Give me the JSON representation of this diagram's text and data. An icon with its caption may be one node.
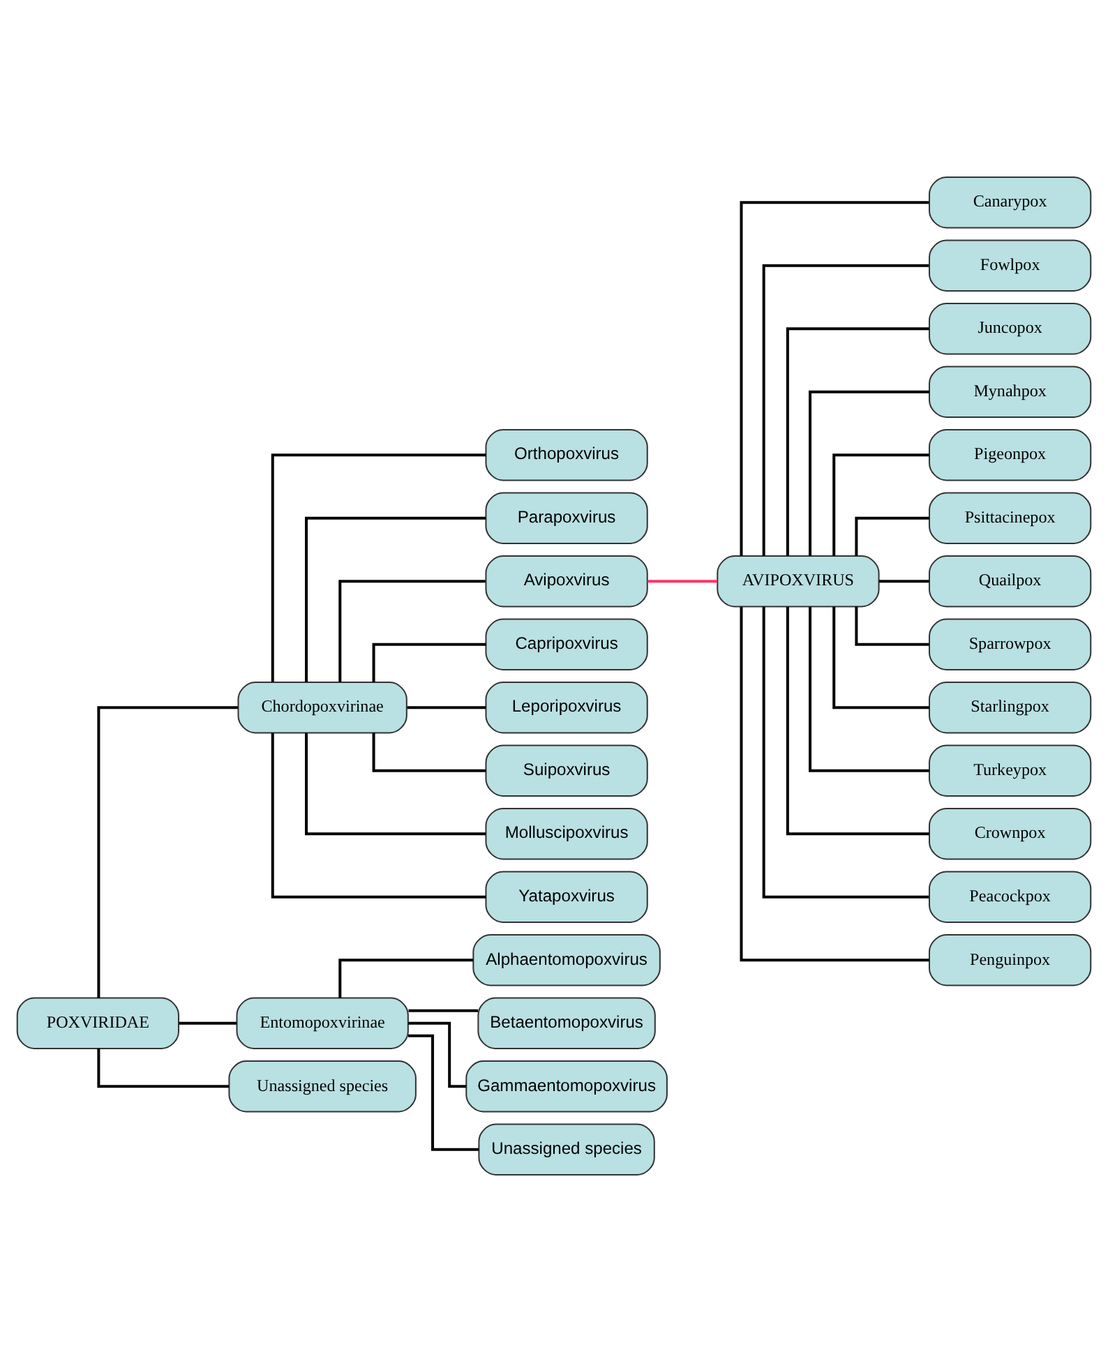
{
  "diagram": {
    "nodes": [
      {
        "text": [
          "POXVIRIDAE"
        ]
      },
      {
        "text": [
          "Chordopoxvirinae"
        ]
      },
      {
        "text": [
          "Entomopoxvirinae"
        ]
      },
      {
        "text": [
          "Unassigned species"
        ]
      },
      {
        "text": [
          "Orthopoxvirus"
        ]
      },
      {
        "text": [
          "Parapoxvirus"
        ]
      },
      {
        "text": [
          "Avipoxvirus"
        ]
      },
      {
        "text": [
          "Capripoxvirus"
        ]
      },
      {
        "text": [
          "Leporipoxvirus"
        ]
      },
      {
        "text": [
          "Suipoxvirus"
        ]
      },
      {
        "text": [
          "Molluscipoxvirus"
        ]
      },
      {
        "text": [
          "Yatapoxvirus"
        ]
      },
      {
        "text": [
          "Alphaentomopoxvirus"
        ]
      },
      {
        "text": [
          "Betaentomopoxvirus"
        ]
      },
      {
        "text": [
          "Gammaentomopoxvirus"
        ]
      },
      {
        "text": [
          "Unassigned species"
        ]
      },
      {
        "text": [
          "AVIPOXVIRUS"
        ]
      },
      {
        "text": [
          "Canarypox"
        ]
      },
      {
        "text": [
          "Fowlpox"
        ]
      },
      {
        "text": [
          "Juncopox"
        ]
      },
      {
        "text": [
          "Mynahpox"
        ]
      },
      {
        "text": [
          "Pigeonpox"
        ]
      },
      {
        "text": [
          "Psittacinepox"
        ]
      },
      {
        "text": [
          "Quailpox"
        ]
      },
      {
        "text": [
          "Sparrowpox"
        ]
      },
      {
        "text": [
          "Starlingpox"
        ]
      },
      {
        "text": [
          "Turkeypox"
        ]
      },
      {
        "text": [
          "Crownpox"
        ]
      },
      {
        "text": [
          "Peacockpox"
        ]
      },
      {
        "text": [
          "Penguinpox"
        ]
      }
    ],
    "edges": [
      {
        "from": 0,
        "to": 1,
        "arrow": "none"
      },
      {
        "from": 0,
        "to": 2,
        "arrow": "none"
      },
      {
        "from": 0,
        "to": 3,
        "arrow": "none"
      },
      {
        "from": 1,
        "to": 4,
        "arrow": "none"
      },
      {
        "from": 1,
        "to": 5,
        "arrow": "none"
      },
      {
        "from": 1,
        "to": 6,
        "arrow": "none"
      },
      {
        "from": 1,
        "to": 7,
        "arrow": "none"
      },
      {
        "from": 1,
        "to": 8,
        "arrow": "none"
      },
      {
        "from": 1,
        "to": 9,
        "arrow": "none"
      },
      {
        "from": 1,
        "to": 10,
        "arrow": "none"
      },
      {
        "from": 1,
        "to": 11,
        "arrow": "none"
      },
      {
        "from": 2,
        "to": 12,
        "arrow": "none"
      },
      {
        "from": 2,
        "to": 13,
        "arrow": "none"
      },
      {
        "from": 2,
        "to": 14,
        "arrow": "none"
      },
      {
        "from": 2,
        "to": 15,
        "arrow": "none"
      },
      {
        "from": 6,
        "to": 16,
        "arrow": "none",
        "color": "#ff3366"
      },
      {
        "from": 16,
        "to": 17,
        "arrow": "none"
      },
      {
        "from": 16,
        "to": 18,
        "arrow": "none"
      },
      {
        "from": 16,
        "to": 19,
        "arrow": "none"
      },
      {
        "from": 16,
        "to": 20,
        "arrow": "none"
      },
      {
        "from": 16,
        "to": 21,
        "arrow": "none"
      },
      {
        "from": 16,
        "to": 22,
        "arrow": "none"
      },
      {
        "from": 16,
        "to": 23,
        "arrow": "none"
      },
      {
        "from": 16,
        "to": 24,
        "arrow": "none"
      },
      {
        "from": 16,
        "to": 25,
        "arrow": "none"
      },
      {
        "from": 16,
        "to": 26,
        "arrow": "none"
      },
      {
        "from": 16,
        "to": 27,
        "arrow": "none"
      },
      {
        "from": 16,
        "to": 28,
        "arrow": "none"
      },
      {
        "from": 16,
        "to": 29,
        "arrow": "none"
      }
    ]
  }
}
